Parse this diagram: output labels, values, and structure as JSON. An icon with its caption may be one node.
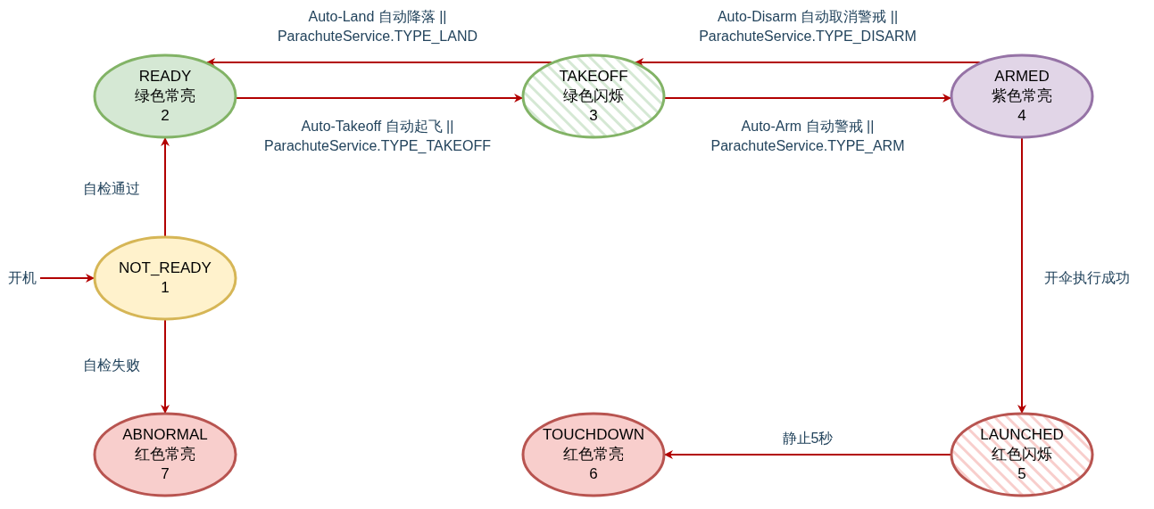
{
  "diagram": {
    "nodes": [
      {
        "text": [
          "READY",
          "绿色常亮",
          "2"
        ]
      },
      {
        "text": [
          "TAKEOFF",
          "绿色闪烁",
          "3"
        ]
      },
      {
        "text": [
          "ARMED",
          "紫色常亮",
          "4"
        ]
      },
      {
        "text": [
          "NOT_READY",
          "1"
        ]
      },
      {
        "text": [
          "ABNORMAL",
          "红色常亮",
          "7"
        ]
      },
      {
        "text": [
          "TOUCHDOWN",
          "红色常亮",
          "6"
        ]
      },
      {
        "text": [
          "LAUNCHED",
          "红色闪烁",
          "5"
        ]
      },
      {
        "text": [
          "开机"
        ]
      }
    ],
    "edges": [
      {
        "from": 7,
        "to": 3,
        "arrow": "to"
      },
      {
        "from": 3,
        "to": 0,
        "arrow": "to",
        "label": "自检通过"
      },
      {
        "from": 3,
        "to": 4,
        "arrow": "to",
        "label": "自检失败"
      },
      {
        "from": 0,
        "to": 1,
        "arrow": "to",
        "label": "Auto-Takeoff 自动起飞 || ParachuteService.TYPE_TAKEOFF"
      },
      {
        "from": 1,
        "to": 0,
        "arrow": "to",
        "label": "Auto-Land 自动降落 || ParachuteService.TYPE_LAND"
      },
      {
        "from": 1,
        "to": 2,
        "arrow": "to",
        "label": "Auto-Arm 自动警戒 || ParachuteService.TYPE_ARM"
      },
      {
        "from": 2,
        "to": 1,
        "arrow": "to",
        "label": "Auto-Disarm 自动取消警戒 || ParachuteService.TYPE_DISARM"
      },
      {
        "from": 2,
        "to": 6,
        "arrow": "to",
        "label": "开伞执行成功"
      },
      {
        "from": 6,
        "to": 5,
        "arrow": "to",
        "label": "静止5秒"
      }
    ]
  }
}
